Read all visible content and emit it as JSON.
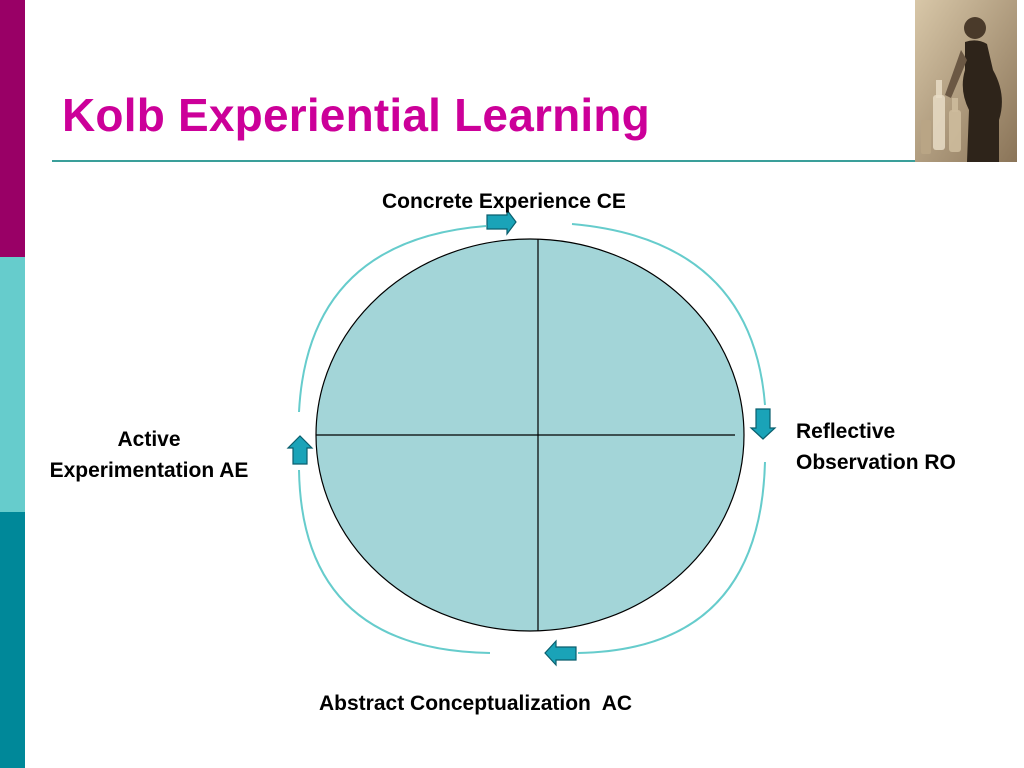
{
  "slide": {
    "title": "Kolb Experiential Learning",
    "colors": {
      "title": "#cc0099",
      "bar_top": "#990066",
      "bar_mid": "#66cccc",
      "bar_bot": "#008899",
      "circle_fill": "#a3d5d8",
      "arc_stroke": "#66cccc",
      "arrow_fill": "#1aa3b8"
    }
  },
  "diagram": {
    "top_label": "Concrete Experience CE",
    "right_label_line1": "Reflective",
    "right_label_line2": "Observation RO",
    "bottom_label": "Abstract Conceptualization  AC",
    "left_label_line1": "Active",
    "left_label_line2": "Experimentation AE"
  }
}
